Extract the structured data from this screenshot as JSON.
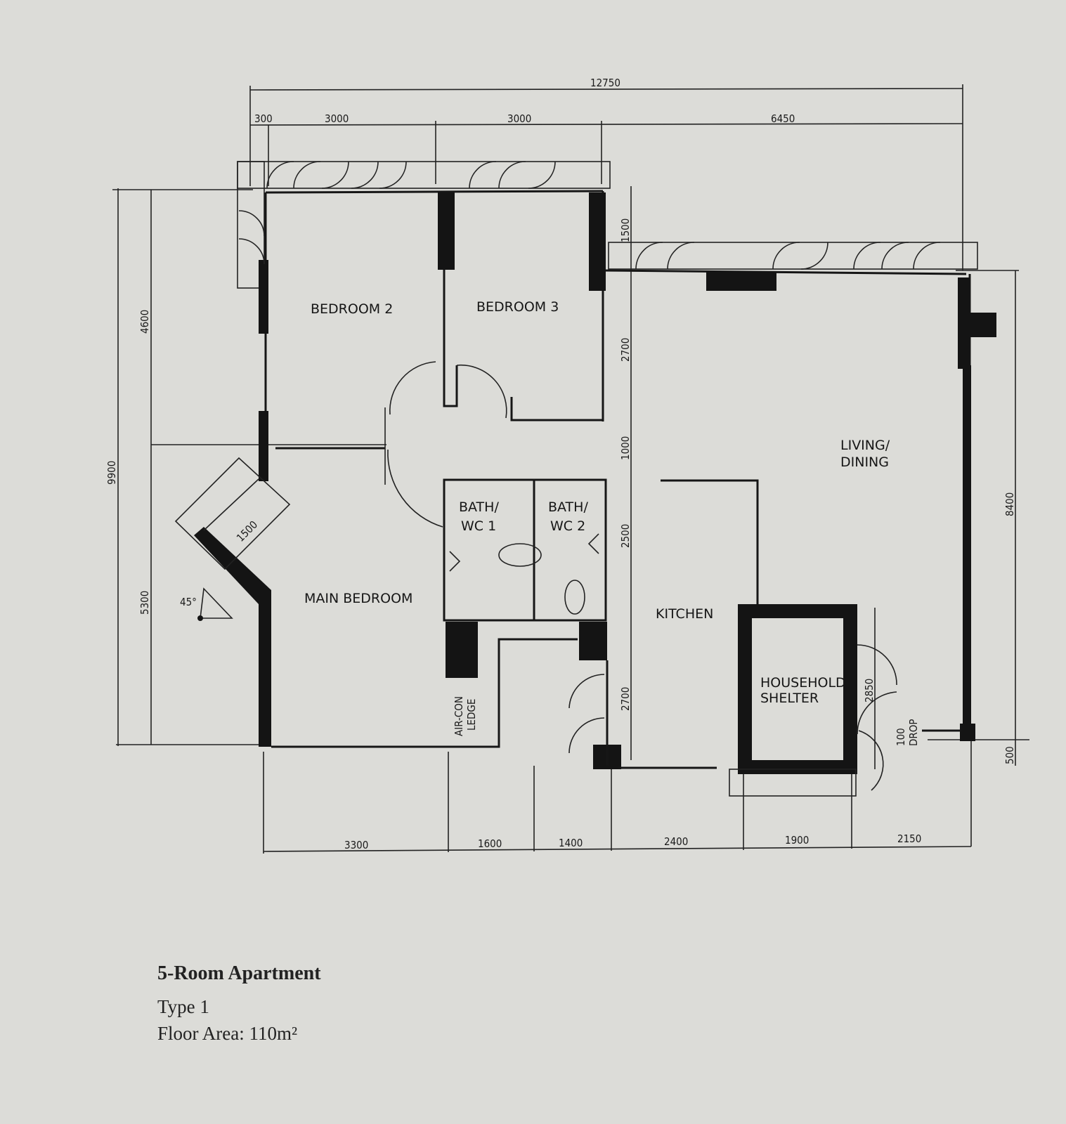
{
  "plan": {
    "rooms": {
      "bedroom2": "BEDROOM 2",
      "bedroom3": "BEDROOM 3",
      "living1": "LIVING/",
      "living2": "DINING",
      "bath1a": "BATH/",
      "bath1b": "WC 1",
      "bath2a": "BATH/",
      "bath2b": "WC 2",
      "main_bedroom": "MAIN BEDROOM",
      "kitchen": "KITCHEN",
      "shelter1": "HOUSEHOLD",
      "shelter2": "SHELTER",
      "aircon1": "AIR-CON",
      "aircon2": "LEDGE",
      "drop1": "100",
      "drop2": "DROP"
    },
    "dimensions": {
      "top_total": "12750",
      "top_300": "300",
      "top_3000a": "3000",
      "top_3000b": "3000",
      "top_6450": "6450",
      "left_9900": "9900",
      "left_4600": "4600",
      "left_5300": "5300",
      "mid_1500": "1500",
      "mid_2700a": "2700",
      "mid_1000": "1000",
      "mid_2500": "2500",
      "mid_2700b": "2700",
      "right_8400": "8400",
      "right_500": "500",
      "shelter_2850": "2850",
      "bay_1500": "1500",
      "angle": "45°",
      "bottom": [
        "3300",
        "1600",
        "1400",
        "2400",
        "1900",
        "2150"
      ]
    }
  },
  "caption": {
    "title": "5-Room Apartment",
    "type": "Type 1",
    "floor_area": "Floor Area: 110m²"
  }
}
